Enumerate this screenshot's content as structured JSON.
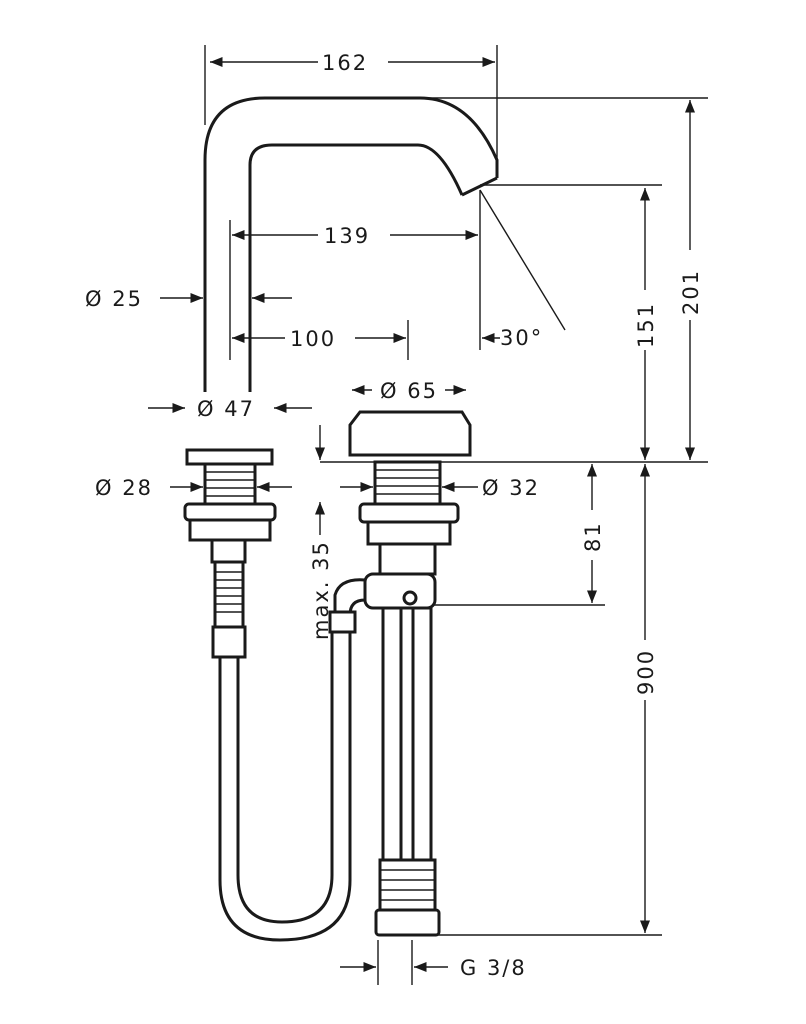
{
  "drawing": {
    "dimensions": {
      "spout_reach": "162",
      "spout_inner": "139",
      "spout_diameter": "Ø 25",
      "valve_spacing": "100",
      "spray_angle": "30°",
      "cap_diameter": "Ø 65",
      "left_flange_diameter": "Ø 47",
      "spout_outlet_height": "151",
      "total_height": "201",
      "left_thread_diameter": "Ø 28",
      "right_thread_diameter": "Ø 32",
      "thread_length": "81",
      "max_deck_thickness": "max. 35",
      "hose_length": "900",
      "connection_thread": "G 3/8"
    }
  }
}
